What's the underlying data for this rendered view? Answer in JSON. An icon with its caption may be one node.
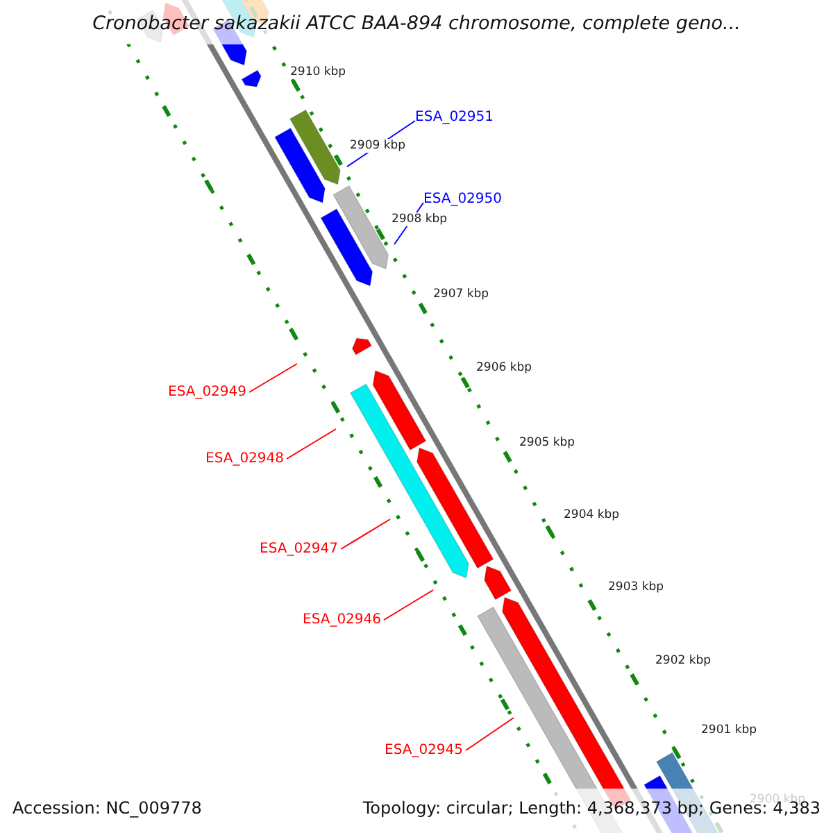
{
  "diagram": {
    "title": "Cronobacter sakazakii ATCC BAA-894 chromosome, complete geno...",
    "nodes": [
      {
        "text": [
          "ESA_02951"
        ]
      },
      {
        "text": [
          "ESA_02950"
        ]
      },
      {
        "text": [
          "ESA_02949"
        ]
      },
      {
        "text": [
          "ESA_02948"
        ]
      },
      {
        "text": [
          "ESA_02947"
        ]
      },
      {
        "text": [
          "ESA_02946"
        ]
      },
      {
        "text": [
          "ESA_02945"
        ]
      }
    ],
    "edges": [
      {
        "from": 0,
        "to": null,
        "arrow": "none",
        "color": "#0000ff"
      },
      {
        "from": 1,
        "to": null,
        "arrow": "none",
        "color": "#0000ff"
      },
      {
        "from": 2,
        "to": null,
        "arrow": "none"
      },
      {
        "from": 3,
        "to": null,
        "arrow": "none"
      },
      {
        "from": 4,
        "to": null,
        "arrow": "none"
      },
      {
        "from": 5,
        "to": null,
        "arrow": "none"
      },
      {
        "from": 6,
        "to": null,
        "arrow": "none"
      }
    ],
    "labels": [
      "2910 kbp",
      "2909 kbp",
      "2908 kbp",
      "2907 kbp",
      "2906 kbp",
      "2905 kbp",
      "2904 kbp",
      "2903 kbp",
      "2902 kbp",
      "2901 kbp",
      "2900 kbp",
      "Accession: NC_009778",
      "Topology: circular; Length: 4,368,373 bp; Genes: 4,383"
    ]
  }
}
